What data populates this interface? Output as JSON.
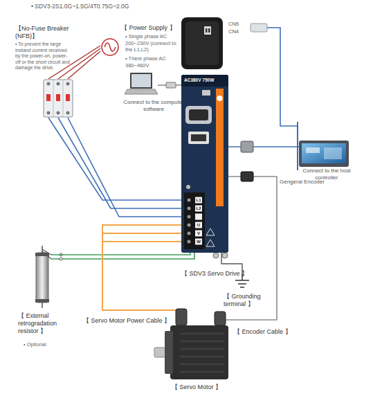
{
  "diagram": {
    "title": "• SDV3-2S1.0G~1.5G/4T0.75G~2.0G",
    "nodes": [
      {
        "text": [
          "【 Power Supply 】",
          "• Single phase AC 200~230V (connect to the L1,L2)",
          "• There phase AC 380~460V"
        ]
      },
      {
        "text": [
          "【No-Fuse Breaker (NFB)】",
          "• To prevent the large instand current received by the power-on, power-off or the short circuit and damage the drive."
        ]
      },
      {
        "text": [
          "Connect to the computer software"
        ]
      },
      {
        "text": [
          "AC380V 750W",
          "【 SDV3 Servo Drive 】"
        ]
      },
      {
        "text": [
          "Connect to the host controller"
        ]
      },
      {
        "text": [
          "【 External retrogradation resistor 】",
          "• Optional"
        ]
      },
      {
        "text": [
          "【 Grounding terminal 】"
        ]
      },
      {
        "text": [
          "【 Servo Motor 】"
        ]
      }
    ],
    "edges": [
      {
        "from": 0,
        "to": 1,
        "arrow": "none"
      },
      {
        "from": 1,
        "to": 3,
        "arrow": "none"
      },
      {
        "from": 2,
        "to": 3,
        "arrow": "none"
      },
      {
        "from": 3,
        "to": 4,
        "arrow": "none"
      },
      {
        "from": 5,
        "to": 3,
        "arrow": "none"
      },
      {
        "from": 3,
        "to": 6,
        "arrow": "none"
      },
      {
        "from": 3,
        "to": 7,
        "label": "【 Servo Motor Power Cable 】",
        "arrow": "none"
      },
      {
        "from": 7,
        "to": 3,
        "label": "【 Encoder Cable 】",
        "arrow": "none"
      }
    ],
    "labels": [
      "CN5",
      "CN4",
      "Gengeral Encoder",
      "L1",
      "L2",
      "U",
      "V",
      "W"
    ]
  }
}
